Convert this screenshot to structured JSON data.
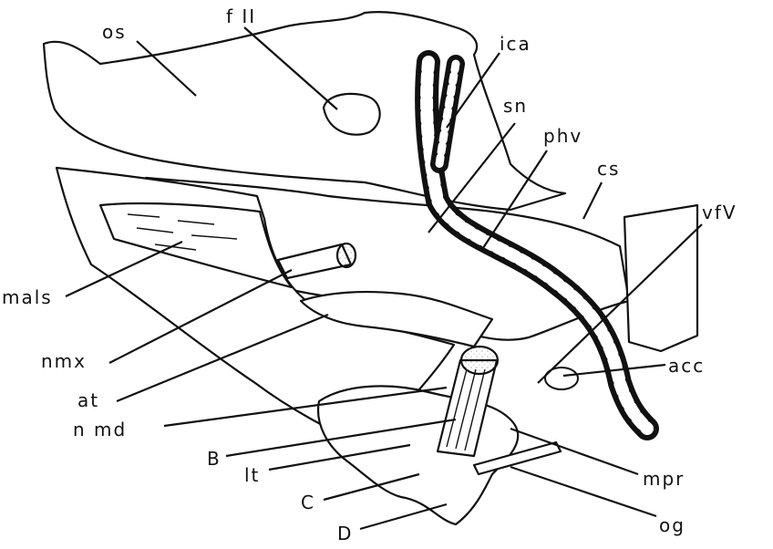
{
  "labels": {
    "os": "os",
    "f_ii": "f II",
    "ica": "ica",
    "sn": "sn",
    "phv": "phv",
    "cs": "cs",
    "vfv": "vfV",
    "mals": "mals",
    "nmx": "nmx",
    "acc": "acc",
    "at": "at",
    "n_md": "n md",
    "b": "B",
    "lt": "lt",
    "mpr": "mpr",
    "c": "C",
    "og": "og",
    "d": "D"
  }
}
